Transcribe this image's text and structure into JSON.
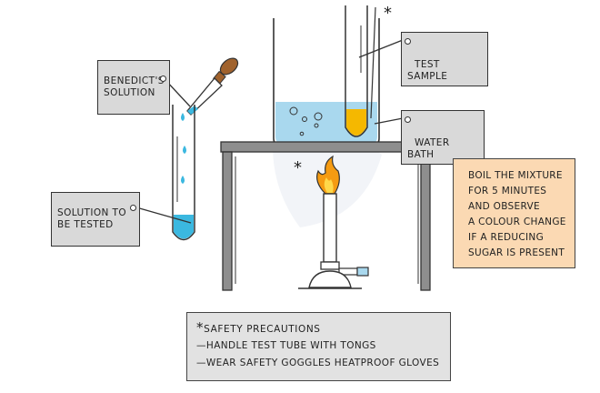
{
  "labels": {
    "benedicts": "BENEDICT'S\nSOLUTION",
    "solution_tested": "SOLUTION TO\nBE TESTED",
    "test_sample": "TEST SAMPLE",
    "water_bath": "WATER BATH"
  },
  "note": {
    "lines": [
      "BOIL THE MIXTURE",
      "FOR 5 MINUTES",
      "AND OBSERVE",
      "A COLOUR CHANGE",
      "IF A REDUCING",
      "SUGAR IS PRESENT"
    ]
  },
  "safety": {
    "star": "*",
    "title": "SAFETY PRECAUTIONS",
    "items": [
      "—HANDLE TEST TUBE WITH TONGS",
      "—WEAR SAFETY GOGGLES HEATPROOF GLOVES"
    ]
  },
  "hazard_symbol": "*",
  "colors": {
    "benedicts_blue": "#3bb8e0",
    "water_blue": "#a9d8ee",
    "sample_yellow": "#f5b800",
    "flame_orange": "#f59b12",
    "note_fill": "#fbd9b3",
    "tripod_grey": "#8e8e8e"
  }
}
